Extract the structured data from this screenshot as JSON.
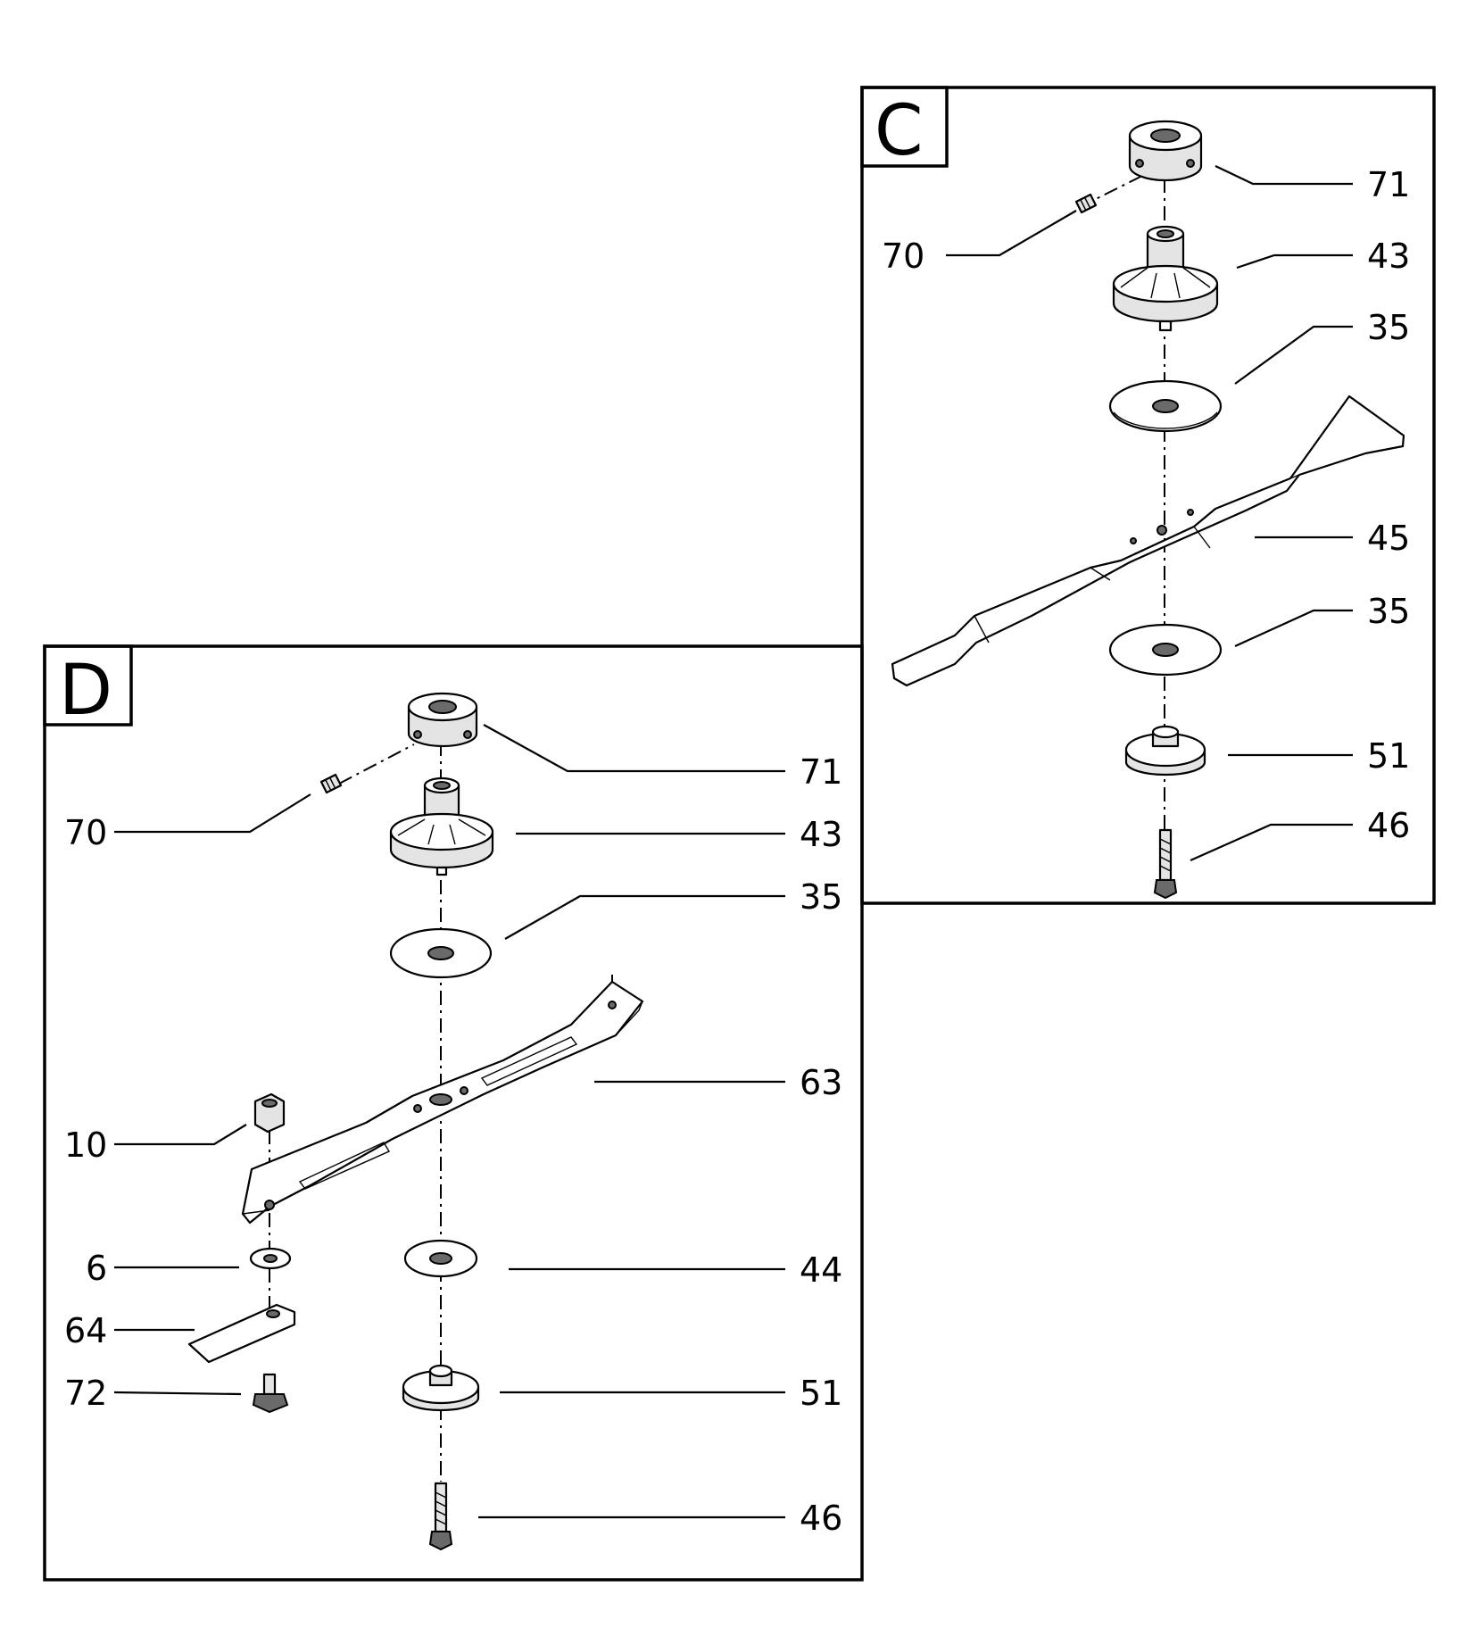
{
  "panels": {
    "c": {
      "tag": "C",
      "labels": {
        "p71": "71",
        "p70": "70",
        "p43": "43",
        "p35a": "35",
        "p45": "45",
        "p35b": "35",
        "p51": "51",
        "p46": "46"
      }
    },
    "d": {
      "tag": "D",
      "labels": {
        "p71": "71",
        "p70": "70",
        "p43": "43",
        "p35": "35",
        "p63": "63",
        "p10": "10",
        "p6": "6",
        "p44": "44",
        "p64": "64",
        "p72": "72",
        "p51": "51",
        "p46": "46"
      }
    }
  }
}
